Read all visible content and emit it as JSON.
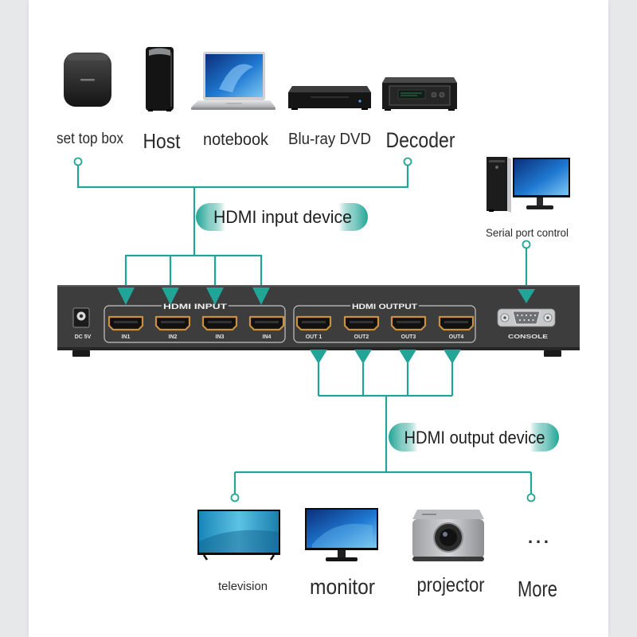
{
  "colors": {
    "accent": "#22a596",
    "device_body": "#3d3d3d",
    "hdmi_port_outline": "#c9903f",
    "label_text": "#2a2a2a"
  },
  "input_devices": [
    {
      "label": "set top box",
      "icon": "set-top-box-icon"
    },
    {
      "label": "Host",
      "icon": "desktop-tower-icon"
    },
    {
      "label": "notebook",
      "icon": "laptop-icon"
    },
    {
      "label": "Blu-ray DVD",
      "icon": "bluray-player-icon"
    },
    {
      "label": "Decoder",
      "icon": "decoder-icon"
    }
  ],
  "input_section_label": "HDMI input device",
  "serial_control": {
    "label": "Serial port control",
    "icon": "desktop-pc-icon"
  },
  "device": {
    "power_label": "DC 5V",
    "input_group_label": "HDMI INPUT",
    "input_ports": [
      "IN1",
      "IN2",
      "IN3",
      "IN4"
    ],
    "output_group_label": "HDMI OUTPUT",
    "output_ports": [
      "OUT 1",
      "OUT2",
      "OUT3",
      "OUT4"
    ],
    "console_label": "CONSOLE"
  },
  "output_section_label": "HDMI output device",
  "output_devices": [
    {
      "label": "television",
      "icon": "television-icon"
    },
    {
      "label": "monitor",
      "icon": "monitor-icon"
    },
    {
      "label": "projector",
      "icon": "projector-icon"
    },
    {
      "label": "More",
      "icon": "ellipsis-icon",
      "glyph": "..."
    }
  ]
}
